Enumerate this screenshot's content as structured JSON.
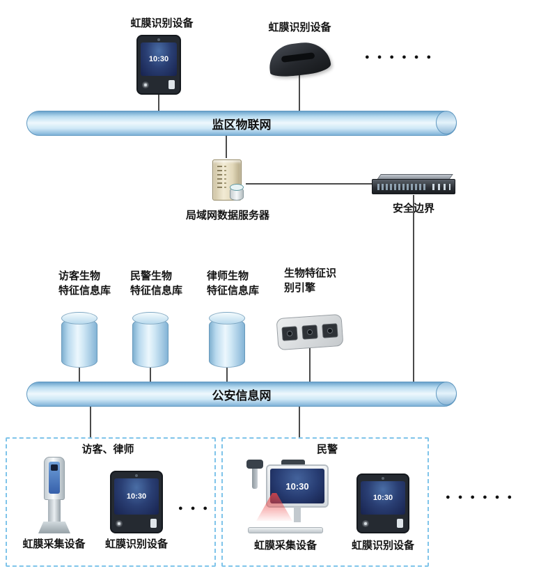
{
  "diagram": {
    "screen_time": "10:30",
    "colors": {
      "pipe_blue": "#bfe0f2",
      "zone_dashed_border": "#7fc4ea",
      "line_gray": "#4a4a4a"
    },
    "top": {
      "device1_label": "虹膜识别设备",
      "device2_label": "虹膜识别设备",
      "ellipsis": "● ● ● ● ● ●"
    },
    "bus_iot_label": "监区物联网",
    "server_label": "局域网数据服务器",
    "security_label": "安全边界",
    "databases": [
      {
        "line1": "访客生物",
        "line2": "特征信息库"
      },
      {
        "line1": "民警生物",
        "line2": "特征信息库"
      },
      {
        "line1": "律师生物",
        "line2": "特征信息库"
      }
    ],
    "engine_label": {
      "line1": "生物特征识",
      "line2": "别引擎"
    },
    "bus_police_label": "公安信息网",
    "zone_visitor": {
      "title": "访客、律师",
      "collector_label": "虹膜采集设备",
      "recognizer_label": "虹膜识别设备",
      "ellipsis": "● ● ●"
    },
    "zone_police": {
      "title": "民警",
      "collector_label": "虹膜采集设备",
      "recognizer_label": "虹膜识别设备"
    },
    "right_ellipsis": "● ● ● ● ● ●"
  }
}
